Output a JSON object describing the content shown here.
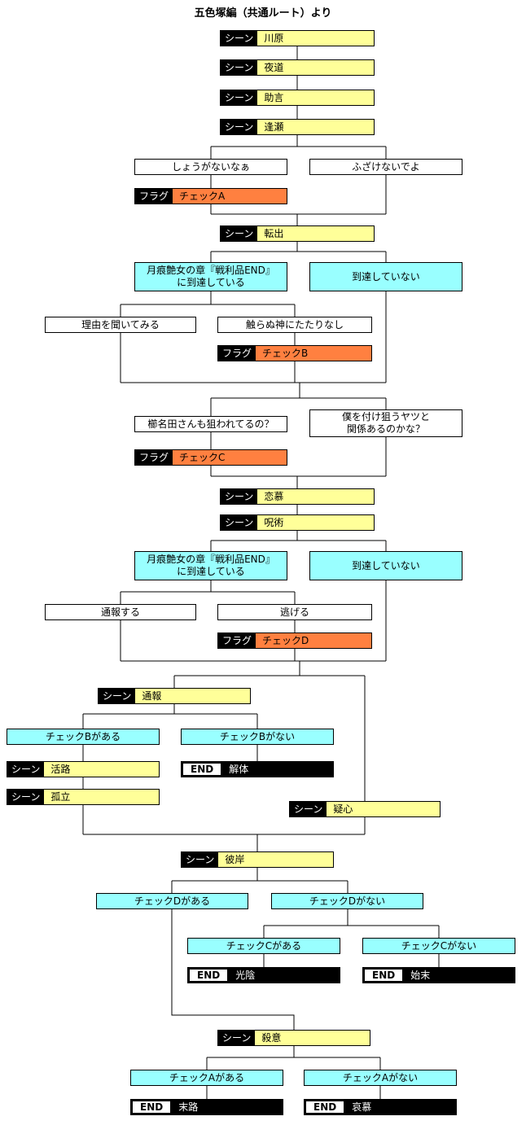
{
  "title": "五色塚編（共通ルート）より",
  "tags": {
    "scene": "シーン",
    "flag": "フラグ",
    "end": "END"
  },
  "colors": {
    "scene_bg": "#FFFF99",
    "flag_bg": "#FF8040",
    "cond_bg": "#99FFFF",
    "choice_bg": "#FFFFFF",
    "end_bg": "#000000"
  },
  "scenes": {
    "kawara": "川原",
    "yomichi": "夜道",
    "jogen": "助言",
    "ouse": "逢瀬",
    "tenshutsu": "転出",
    "renbo": "恋慕",
    "jujutsu": "呪術",
    "tsuho": "通報",
    "katsuro": "活路",
    "koritsu": "孤立",
    "gishin": "疑心",
    "higan": "彼岸",
    "satsui": "殺意"
  },
  "choices": {
    "shoganai": "しょうがないなぁ",
    "fuzakenai": "ふざけないでよ",
    "riyu": "理由を聞いてみる",
    "sawaranu": "触らぬ神にたたりなし",
    "kushinada": "櫛名田さんも狙われてるの？",
    "boku": "僕を付け狙うヤツと\n関係あるのかな？",
    "tsuhosuru": "通報する",
    "nigeru": "逃げる"
  },
  "flags": {
    "a": "チェックA",
    "b": "チェックB",
    "c": "チェックC",
    "d": "チェックD"
  },
  "conditions": {
    "reached": "月痕艶女の章『戦利品END』\nに到達している",
    "not_reached": "到達していない",
    "b_on": "チェックBがある",
    "b_off": "チェックBがない",
    "d_on": "チェックDがある",
    "d_off": "チェックDがない",
    "c_on": "チェックCがある",
    "c_off": "チェックCがない",
    "a_on": "チェックAがある",
    "a_off": "チェックAがない"
  },
  "ends": {
    "kaitai": "解体",
    "koin": "光陰",
    "shimatsu": "始末",
    "matsuro": "末路",
    "aibo": "哀慕"
  }
}
